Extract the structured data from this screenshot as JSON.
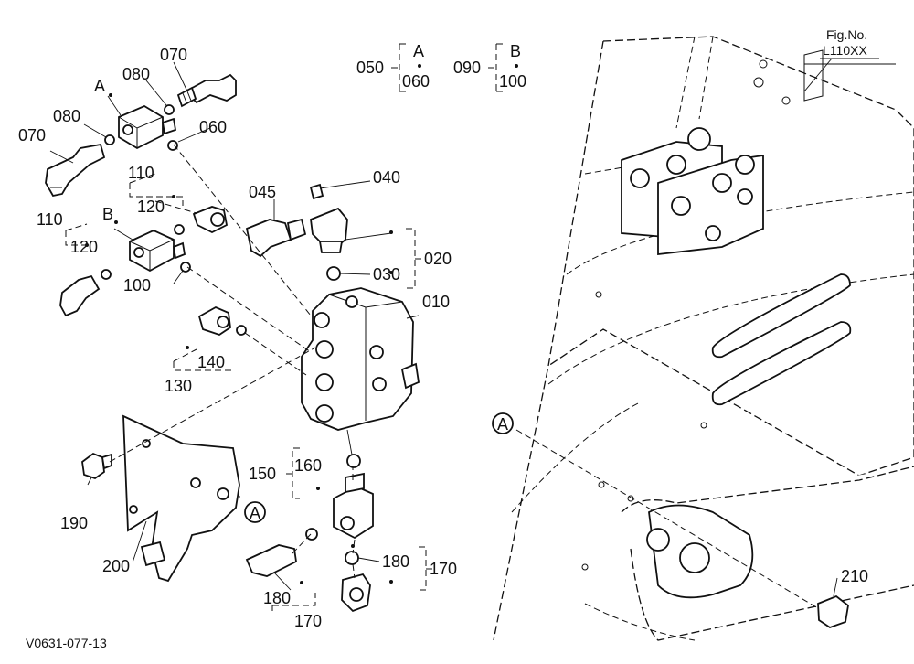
{
  "figure": {
    "fig_no_label": "Fig.No.",
    "fig_no_value": "L110XX",
    "drawing_code": "V0631-077-13"
  },
  "references": {
    "A": "A",
    "B": "B"
  },
  "legend_groups": [
    {
      "group": "050",
      "ref": "A",
      "item": "060"
    },
    {
      "group": "090",
      "ref": "B",
      "item": "100"
    }
  ],
  "part_labels": {
    "p070_top": "070",
    "p080_top": "080",
    "p080_left": "080",
    "p070_left": "070",
    "p060": "060",
    "p110_a": "110",
    "p120_a": "120",
    "p110_b": "110",
    "p120_b": "120",
    "p100": "100",
    "p045": "045",
    "p040": "040",
    "p020": "020",
    "p030": "030",
    "p010": "010",
    "p140": "140",
    "p130": "130",
    "p190": "190",
    "p200": "200",
    "p150": "150",
    "p160": "160",
    "p180_right": "180",
    "p170_right": "170",
    "p180_left": "180",
    "p170_left": "170",
    "p210": "210"
  },
  "pointer_marks": {
    "ref_A_left": "A",
    "ref_A_right": "A"
  }
}
